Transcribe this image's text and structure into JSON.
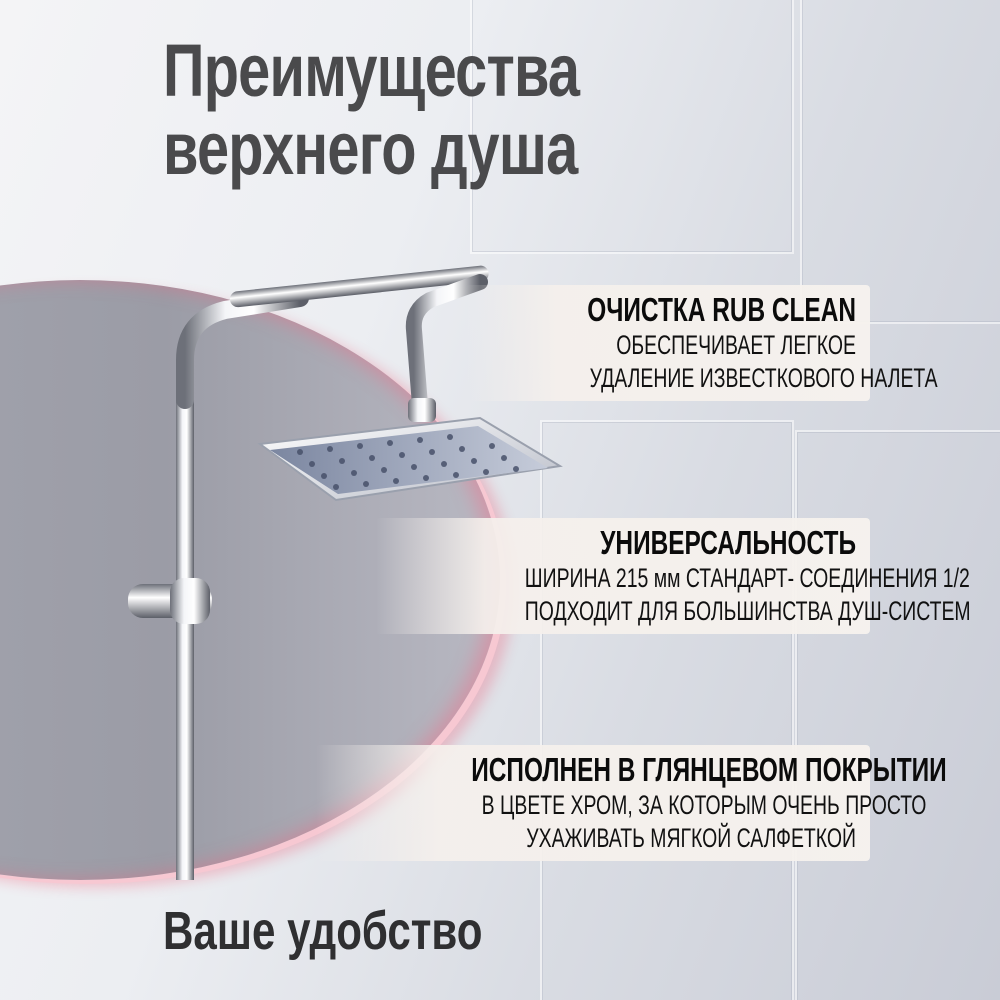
{
  "title": {
    "line1": "Преимущества",
    "line2": "верхнего душа"
  },
  "features": [
    {
      "heading": "ОЧИСТКА RUB CLEAN",
      "lines": [
        "ОБЕСПЕЧИВАЕТ ЛЕГКОЕ",
        "УДАЛЕНИЕ ИЗВЕСТКОВОГО НАЛЕТА"
      ]
    },
    {
      "heading": "УНИВЕРСАЛЬНОСТЬ",
      "lines": [
        "ШИРИНА 215 мм СТАНДАРТ- СОЕДИНЕНИЯ 1/2",
        "ПОДХОДИТ ДЛЯ БОЛЬШИНСТВА ДУШ-СИСТЕМ"
      ]
    },
    {
      "heading": "ИСПОЛНЕН В ГЛЯНЦЕВОМ ПОКРЫТИИ",
      "lines": [
        "В ЦВЕТЕ ХРОМ, ЗА КОТОРЫМ ОЧЕНЬ ПРОСТО",
        "УХАЖИВАТЬ МЯГКОЙ САЛФЕТКОЙ"
      ]
    }
  ],
  "footer": "Ваше удобство",
  "colors": {
    "title": "#4a4a4c",
    "accent": "#e8294a",
    "callout_bg": "#f6f2ee"
  }
}
